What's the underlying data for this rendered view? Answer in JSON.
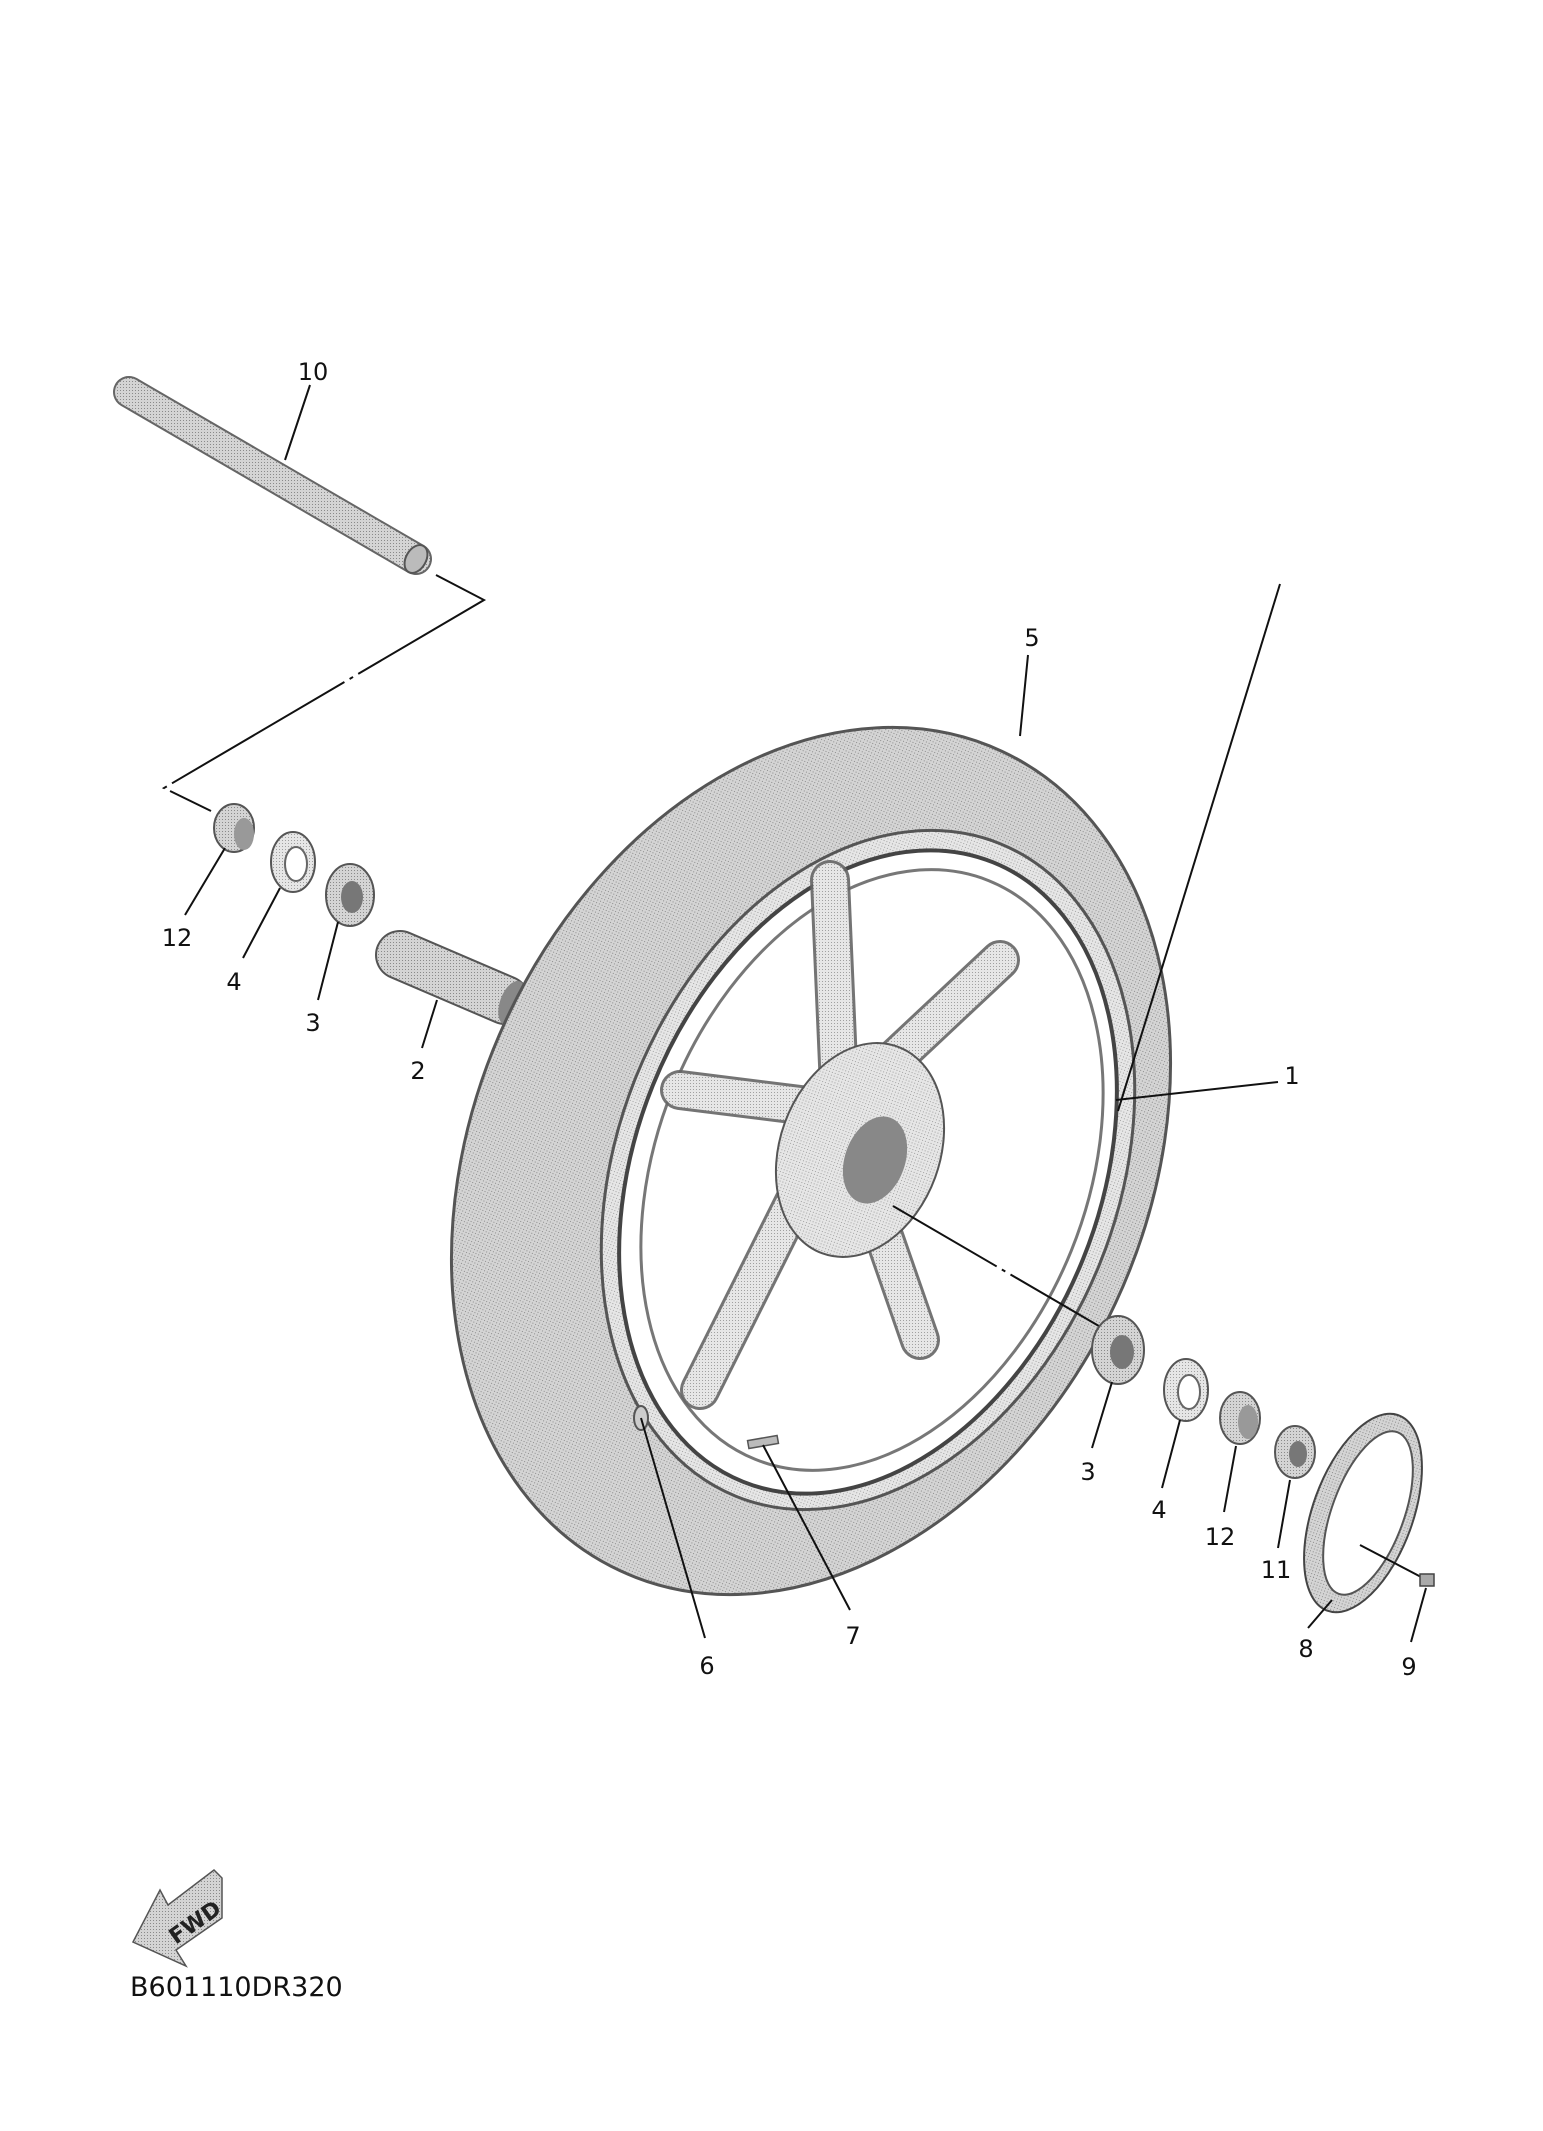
{
  "diagram": {
    "callouts": {
      "axle": "10",
      "collar_left": "12",
      "oil_seal_left": "4",
      "bearing_left": "3",
      "spacer": "2",
      "tire": "5",
      "wheel": "1",
      "bearing_right": "3",
      "oil_seal_right": "4",
      "collar_right": "12",
      "collar_11": "11",
      "brake_disc": "8",
      "bolt": "9",
      "valve_6": "6",
      "weight_7": "7"
    },
    "fwd_arrow_text": "FWD",
    "diagram_code": "B601110DR320"
  }
}
